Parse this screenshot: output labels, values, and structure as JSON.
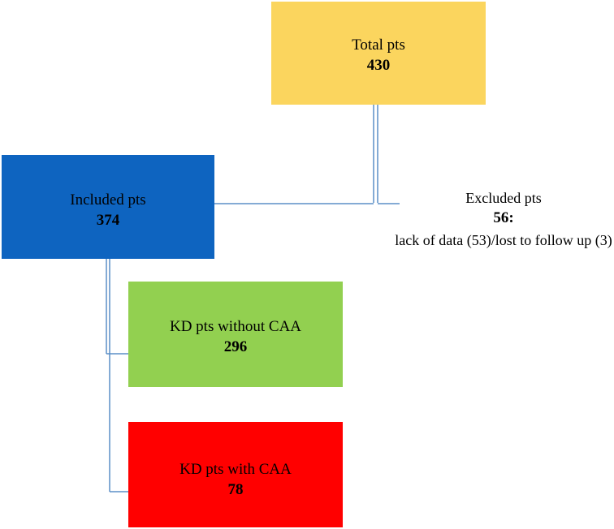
{
  "boxes": {
    "total": {
      "label": "Total pts",
      "count": "430",
      "color": "#fbd55e"
    },
    "included": {
      "label": "Included pts",
      "count": "374",
      "color": "#0e64c0"
    },
    "without_caa": {
      "label": "KD pts without CAA",
      "count": "296",
      "color": "#92d050"
    },
    "with_caa": {
      "label": "KD pts with CAA",
      "count": "78",
      "color": "#ff0000"
    }
  },
  "excluded": {
    "label": "Excluded pts",
    "count": "56:",
    "detail": "lack of data (53)/lost to follow up (3)"
  },
  "connector_color": "#5b8fc7"
}
